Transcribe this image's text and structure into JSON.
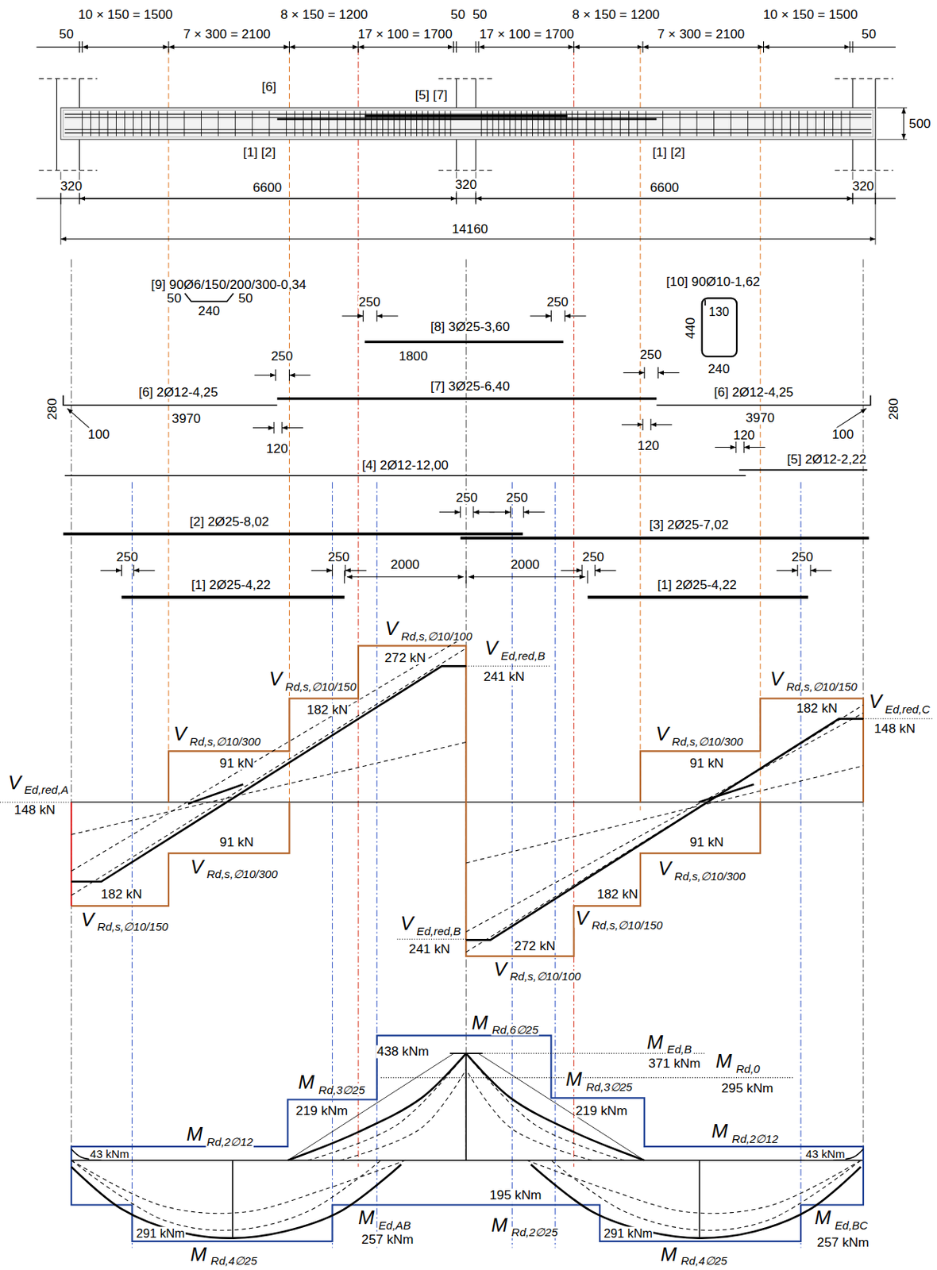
{
  "diagram": {
    "labels": [
      "10 × 150 = 1500",
      "8 × 150 = 1200",
      "50",
      "50",
      "8 × 150 = 1200",
      "10 × 150 = 1500",
      "50",
      "7 × 300 = 2100",
      "17 × 100 = 1700",
      "17 × 100 = 1700",
      "7 × 300 = 2100",
      "50",
      "[6]",
      "[5] [7]",
      "500",
      "[1] [2]",
      "[1] [2]",
      "320",
      "6600",
      "320",
      "6600",
      "320",
      "14160",
      "[9] 90Ø6/150/200/300-0,34",
      "50",
      "240",
      "50",
      "[10] 90Ø10-1,62",
      "130",
      "440",
      "240",
      "250",
      "250",
      "[8] 3Ø25-3,60",
      "1800",
      "250",
      "250",
      "[6] 2Ø12-4,25",
      "[7] 3Ø25-6,40",
      "[6] 2Ø12-4,25",
      "3970",
      "3970",
      "280",
      "100",
      "280",
      "100",
      "120",
      "120",
      "120",
      "[4] 2Ø12-12,00",
      "[5] 2Ø12-2,22",
      "250",
      "250",
      "[2] 2Ø25-8,02",
      "[3] 2Ø25-7,02",
      "250",
      "250",
      "2000",
      "2000",
      "250",
      "250",
      "[1] 2Ø25-4,22",
      "[1] 2Ø25-4,22",
      "V",
      "Rd,s,∅10/100",
      "272 kN",
      "V",
      "Ed,red,B",
      "241 kN",
      "V",
      "Rd,s,∅10/150",
      "182 kN",
      "V",
      "Rd,s,∅10/150",
      "182 kN",
      "V",
      "Ed,red,C",
      "148 kN",
      "V",
      "Rd,s,∅10/300",
      "91 kN",
      "V",
      "Rd,s,∅10/300",
      "91 kN",
      "V",
      "Ed,red,A",
      "148 kN",
      "91 kN",
      "V",
      "Rd,s,∅10/300",
      "91 kN",
      "V",
      "Rd,s,∅10/300",
      "182 kN",
      "V",
      "Rd,s,∅10/150",
      "182 kN",
      "V",
      "Rd,s,∅10/150",
      "V",
      "Ed,red,B",
      "241 kN",
      "272 kN",
      "V",
      "Rd,s,∅10/100",
      "M",
      "Rd,6∅25",
      "438 kNm",
      "M",
      "Ed,B",
      "371 kNm",
      "M",
      "Rd,0",
      "295 kNm",
      "M",
      "Rd,3∅25",
      "219 kNm",
      "M",
      "Rd,3∅25",
      "219 kNm",
      "M",
      "Rd,2∅12",
      "M",
      "Rd,2∅12",
      "43 kNm",
      "43 kNm",
      "195 kNm",
      "M",
      "Ed,AB",
      "257 kNm",
      "M",
      "Rd,2∅25",
      "M",
      "Ed,BC",
      "257 kNm",
      "291 kNm",
      "291 kNm",
      "M",
      "Rd,4∅25",
      "M",
      "Rd,4∅25"
    ]
  }
}
